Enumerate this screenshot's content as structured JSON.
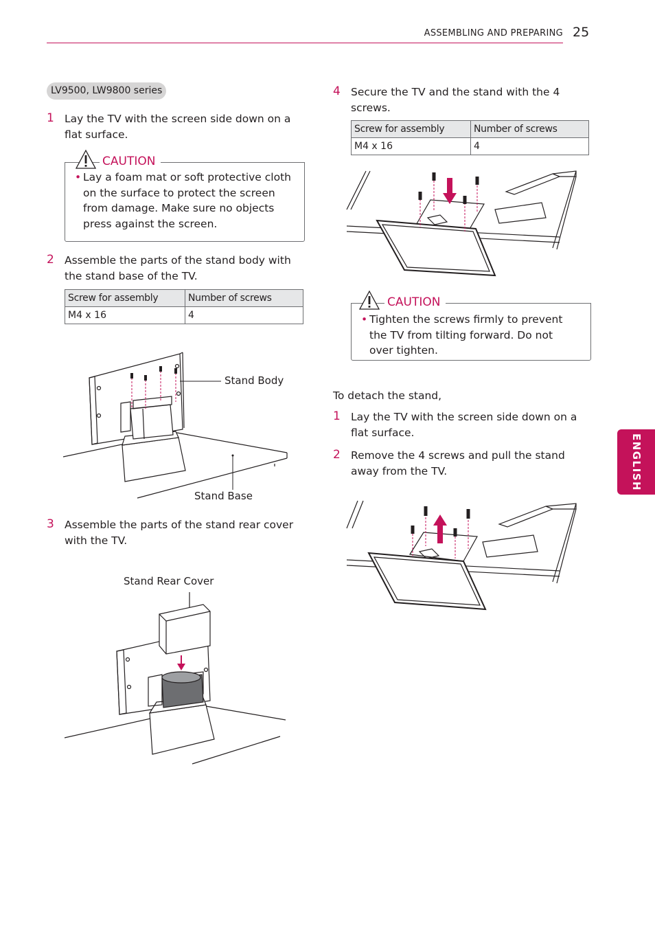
{
  "header": {
    "section": "ASSEMBLING AND PREPARING",
    "page_number": "25"
  },
  "side_tab": {
    "label": "ENGLISH"
  },
  "series_label": "LV9500, LW9800 series",
  "steps_left": [
    {
      "num": "1",
      "text": "Lay the TV with the screen side down on a flat surface."
    },
    {
      "num": "2",
      "text": "Assemble the parts of the stand body with the stand base of the TV."
    },
    {
      "num": "3",
      "text": "Assemble the parts of the stand rear cover with the TV."
    }
  ],
  "caution1": {
    "title": "CAUTION",
    "bullet": "•",
    "text": "Lay a foam mat or soft protective cloth on the surface to protect the screen from damage. Make sure no objects press against the screen."
  },
  "table1": {
    "col1": "Screw for assembly",
    "col2": "Number of screws",
    "val1": "M4 x 16",
    "val2": "4"
  },
  "labels": {
    "stand_body": "Stand Body",
    "stand_base": "Stand Base",
    "stand_rear_cover": "Stand Rear Cover"
  },
  "step4": {
    "num": "4",
    "text": "Secure the TV and the stand with the 4 screws."
  },
  "table2": {
    "col1": "Screw for assembly",
    "col2": "Number of screws",
    "val1": "M4 x 16",
    "val2": "4"
  },
  "caution2": {
    "title": "CAUTION",
    "bullet": "•",
    "text": "Tighten the screws firmly to prevent the TV from tilting forward. Do not over tighten."
  },
  "detach": {
    "intro": "To detach the stand,",
    "steps": [
      {
        "num": "1",
        "text": "Lay the TV with the screen side down on a flat surface."
      },
      {
        "num": "2",
        "text": "Remove the 4 screws and pull the stand away from the TV."
      }
    ]
  },
  "colors": {
    "accent": "#c4125a",
    "text": "#231f20",
    "table_header": "#e6e7e8",
    "pill": "#d6d5d5"
  },
  "icons": [
    "caution-triangle-icon",
    "arrow-down-icon",
    "arrow-up-icon",
    "screw-icon"
  ]
}
